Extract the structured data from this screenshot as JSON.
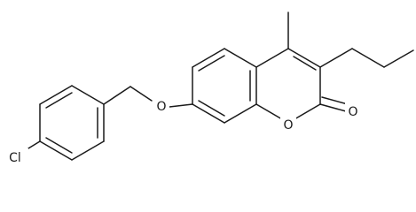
{
  "molecule": {
    "atoms": {
      "oxygen_ether": "O",
      "oxygen_ring": "O",
      "oxygen_carbonyl": "O",
      "chlorine": "Cl"
    },
    "colors": {
      "bond": "#1a1a1a",
      "background": "#ffffff"
    }
  }
}
